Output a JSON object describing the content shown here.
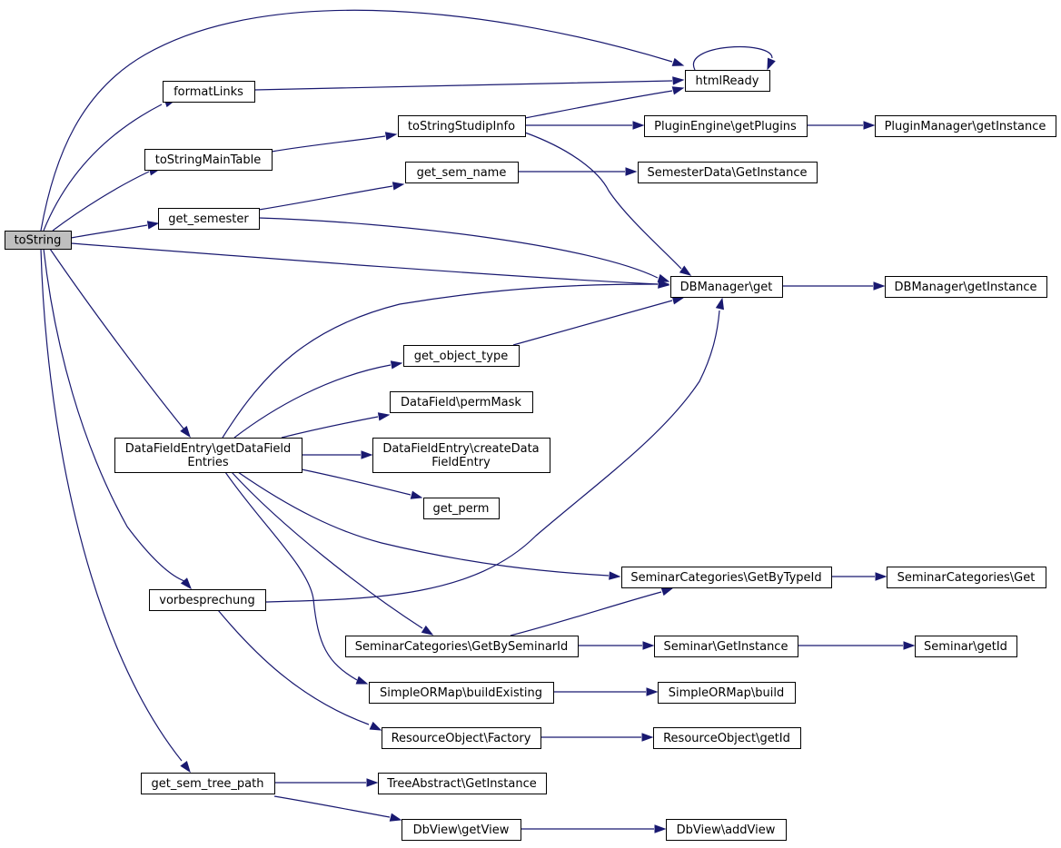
{
  "colors": {
    "root_fill": "#bfbfbf",
    "node_fill": "#ffffff",
    "edge": "#191970",
    "border": "#000000"
  },
  "nodes": [
    {
      "id": "toString",
      "lines": [
        "toString"
      ],
      "root": true
    },
    {
      "id": "formatLinks",
      "lines": [
        "formatLinks"
      ]
    },
    {
      "id": "htmlReady",
      "lines": [
        "htmlReady"
      ]
    },
    {
      "id": "toStringMainTable",
      "lines": [
        "toStringMainTable"
      ]
    },
    {
      "id": "toStringStudipInfo",
      "lines": [
        "toStringStudipInfo"
      ]
    },
    {
      "id": "PluginEngine_getPlugins",
      "lines": [
        "PluginEngine\\getPlugins"
      ]
    },
    {
      "id": "PluginManager_getInstance",
      "lines": [
        "PluginManager\\getInstance"
      ]
    },
    {
      "id": "get_sem_name",
      "lines": [
        "get_sem_name"
      ]
    },
    {
      "id": "SemesterData_GetInstance",
      "lines": [
        "SemesterData\\GetInstance"
      ]
    },
    {
      "id": "get_semester",
      "lines": [
        "get_semester"
      ]
    },
    {
      "id": "DBManager_get",
      "lines": [
        "DBManager\\get"
      ]
    },
    {
      "id": "DBManager_getInstance",
      "lines": [
        "DBManager\\getInstance"
      ]
    },
    {
      "id": "get_object_type",
      "lines": [
        "get_object_type"
      ]
    },
    {
      "id": "DataField_permMask",
      "lines": [
        "DataField\\permMask"
      ]
    },
    {
      "id": "DataFieldEntry_getDataFieldEntries",
      "lines": [
        "DataFieldEntry\\getDataField",
        "Entries"
      ]
    },
    {
      "id": "DataFieldEntry_createDataFieldEntry",
      "lines": [
        "DataFieldEntry\\createData",
        "FieldEntry"
      ]
    },
    {
      "id": "get_perm",
      "lines": [
        "get_perm"
      ]
    },
    {
      "id": "SeminarCategories_GetByTypeId",
      "lines": [
        "SeminarCategories\\GetByTypeId"
      ]
    },
    {
      "id": "SeminarCategories_Get",
      "lines": [
        "SeminarCategories\\Get"
      ]
    },
    {
      "id": "vorbesprechung",
      "lines": [
        "vorbesprechung"
      ]
    },
    {
      "id": "SeminarCategories_GetBySeminarId",
      "lines": [
        "SeminarCategories\\GetBySeminarId"
      ]
    },
    {
      "id": "Seminar_GetInstance",
      "lines": [
        "Seminar\\GetInstance"
      ]
    },
    {
      "id": "Seminar_getId",
      "lines": [
        "Seminar\\getId"
      ]
    },
    {
      "id": "SimpleORMap_buildExisting",
      "lines": [
        "SimpleORMap\\buildExisting"
      ]
    },
    {
      "id": "SimpleORMap_build",
      "lines": [
        "SimpleORMap\\build"
      ]
    },
    {
      "id": "ResourceObject_Factory",
      "lines": [
        "ResourceObject\\Factory"
      ]
    },
    {
      "id": "ResourceObject_getId",
      "lines": [
        "ResourceObject\\getId"
      ]
    },
    {
      "id": "get_sem_tree_path",
      "lines": [
        "get_sem_tree_path"
      ]
    },
    {
      "id": "TreeAbstract_GetInstance",
      "lines": [
        "TreeAbstract\\GetInstance"
      ]
    },
    {
      "id": "DbView_getView",
      "lines": [
        "DbView\\getView"
      ]
    },
    {
      "id": "DbView_addView",
      "lines": [
        "DbView\\addView"
      ]
    }
  ],
  "edges": [
    [
      "toString",
      "htmlReady"
    ],
    [
      "toString",
      "formatLinks"
    ],
    [
      "toString",
      "toStringMainTable"
    ],
    [
      "toString",
      "get_semester"
    ],
    [
      "toString",
      "DBManager_get"
    ],
    [
      "toString",
      "DataFieldEntry_getDataFieldEntries"
    ],
    [
      "toString",
      "vorbesprechung"
    ],
    [
      "toString",
      "get_sem_tree_path"
    ],
    [
      "formatLinks",
      "htmlReady"
    ],
    [
      "htmlReady",
      "htmlReady"
    ],
    [
      "toStringMainTable",
      "toStringStudipInfo"
    ],
    [
      "toStringStudipInfo",
      "htmlReady"
    ],
    [
      "toStringStudipInfo",
      "PluginEngine_getPlugins"
    ],
    [
      "toStringStudipInfo",
      "DBManager_get"
    ],
    [
      "PluginEngine_getPlugins",
      "PluginManager_getInstance"
    ],
    [
      "get_semester",
      "get_sem_name"
    ],
    [
      "get_semester",
      "DBManager_get"
    ],
    [
      "get_sem_name",
      "SemesterData_GetInstance"
    ],
    [
      "DBManager_get",
      "DBManager_getInstance"
    ],
    [
      "get_object_type",
      "DBManager_get"
    ],
    [
      "DataFieldEntry_getDataFieldEntries",
      "DBManager_get"
    ],
    [
      "DataFieldEntry_getDataFieldEntries",
      "get_object_type"
    ],
    [
      "DataFieldEntry_getDataFieldEntries",
      "DataField_permMask"
    ],
    [
      "DataFieldEntry_getDataFieldEntries",
      "DataFieldEntry_createDataFieldEntry"
    ],
    [
      "DataFieldEntry_getDataFieldEntries",
      "get_perm"
    ],
    [
      "DataFieldEntry_getDataFieldEntries",
      "SeminarCategories_GetByTypeId"
    ],
    [
      "DataFieldEntry_getDataFieldEntries",
      "SeminarCategories_GetBySeminarId"
    ],
    [
      "DataFieldEntry_getDataFieldEntries",
      "SimpleORMap_buildExisting"
    ],
    [
      "SeminarCategories_GetByTypeId",
      "SeminarCategories_Get"
    ],
    [
      "SeminarCategories_GetBySeminarId",
      "SeminarCategories_GetByTypeId"
    ],
    [
      "SeminarCategories_GetBySeminarId",
      "Seminar_GetInstance"
    ],
    [
      "Seminar_GetInstance",
      "Seminar_getId"
    ],
    [
      "SimpleORMap_buildExisting",
      "SimpleORMap_build"
    ],
    [
      "vorbesprechung",
      "DBManager_get"
    ],
    [
      "vorbesprechung",
      "ResourceObject_Factory"
    ],
    [
      "ResourceObject_Factory",
      "ResourceObject_getId"
    ],
    [
      "get_sem_tree_path",
      "TreeAbstract_GetInstance"
    ],
    [
      "get_sem_tree_path",
      "DbView_getView"
    ],
    [
      "DbView_getView",
      "DbView_addView"
    ]
  ]
}
